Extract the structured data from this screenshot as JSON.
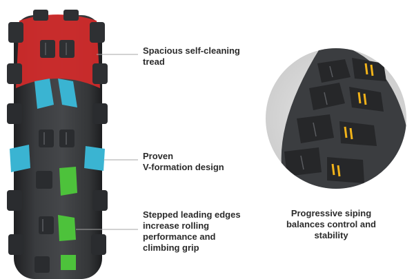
{
  "colors": {
    "background": "#ffffff",
    "tire_rubber": "#3b3d40",
    "tire_shadow": "#222325",
    "knob": "#2e3033",
    "highlight_red": "#d42a2a",
    "highlight_cyan": "#3ab4d2",
    "highlight_green": "#4dc23b",
    "sipe_yellow": "#f2b319",
    "zoom_circle": "#d9d9d9",
    "leader_line": "#a6a6a6",
    "text": "#2b2b2b"
  },
  "callouts": [
    {
      "id": "self-cleaning",
      "text": "Spacious self-cleaning\ntread",
      "highlight": "red"
    },
    {
      "id": "v-formation",
      "text": "Proven\nV-formation design",
      "highlight": "cyan"
    },
    {
      "id": "stepped-edges",
      "text": "Stepped leading edges\nincrease rolling\nperformance and\nclimbing grip",
      "highlight": "green"
    },
    {
      "id": "siping",
      "text": "Progressive siping\nbalances control and\nstability",
      "highlight": "yellow"
    }
  ]
}
